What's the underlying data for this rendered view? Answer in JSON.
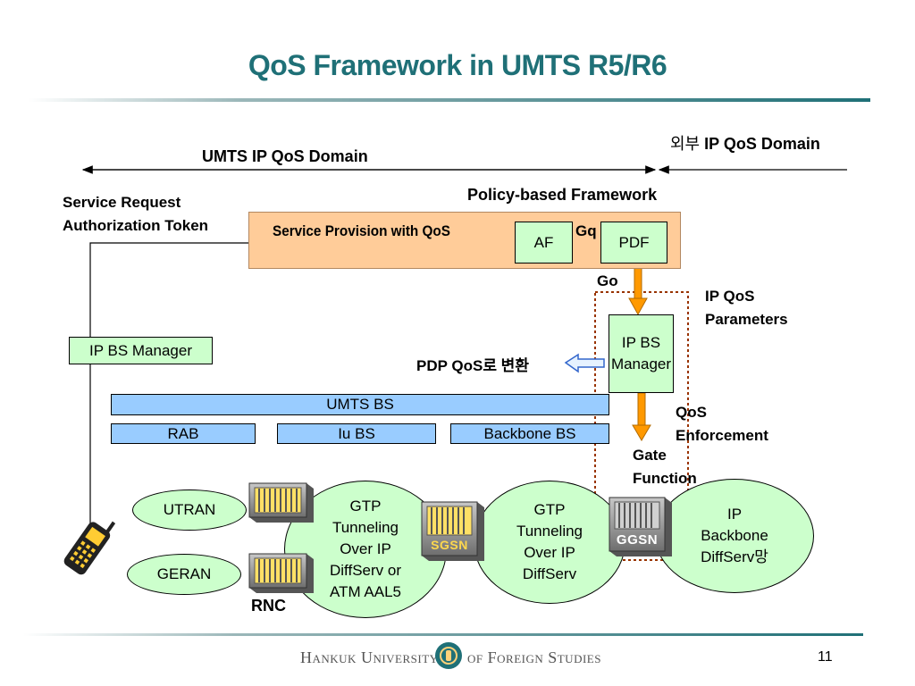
{
  "slide": {
    "title": "QoS Framework in UMTS R5/R6",
    "page_number": "11"
  },
  "domains": {
    "umts_domain": "UMTS IP QoS Domain",
    "external_domain_prefix": "외부",
    "external_domain": "IP QoS Domain",
    "policy_framework": "Policy-based Framework"
  },
  "labels": {
    "service_request": "Service Request",
    "authorization_token": "Authorization Token",
    "service_provision": "Service Provision with QoS",
    "gq": "Gq",
    "go": "Go",
    "ip_qos_params_1": "IP QoS",
    "ip_qos_params_2": "Parameters",
    "pdp_conversion": "PDP QoS로 변환",
    "qos_enforcement_1": "QoS",
    "qos_enforcement_2": "Enforcement",
    "gate_function_1": "Gate",
    "gate_function_2": "Function",
    "rnc": "RNC"
  },
  "boxes": {
    "af": "AF",
    "pdf": "PDF",
    "ip_bs_manager_left": "IP BS Manager",
    "ip_bs_manager_right_1": "IP BS",
    "ip_bs_manager_right_2": "Manager",
    "umts_bs": "UMTS BS",
    "rab": "RAB",
    "iu_bs": "Iu BS",
    "backbone_bs": "Backbone BS"
  },
  "nodes": {
    "utran": "UTRAN",
    "geran": "GERAN",
    "gtp1": [
      "GTP",
      "Tunneling",
      "Over IP",
      "DiffServ or",
      "ATM AAL5"
    ],
    "gtp2": [
      "GTP",
      "Tunneling",
      "Over IP",
      "DiffServ"
    ],
    "ip_backbone": [
      "IP",
      "Backbone",
      "DiffServ망"
    ],
    "sgsn": "SGSN",
    "ggsn": "GGSN"
  },
  "footer": {
    "university_left": "Hankuk University",
    "university_right": "of Foreign Studies"
  },
  "colors": {
    "title": "#1f7077",
    "rule": "#1f7077",
    "provision_fill": "#ffcc99",
    "light_blue": "#99ccff",
    "light_green": "#ccffcc",
    "arrow_orange": "#ff9900",
    "dotted_border": "#993300"
  }
}
